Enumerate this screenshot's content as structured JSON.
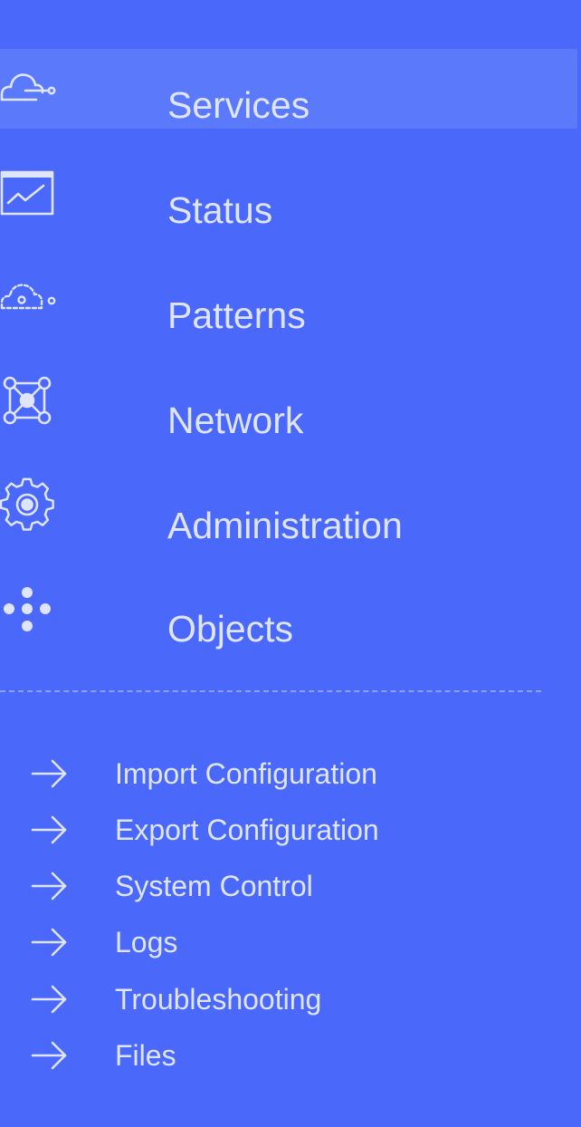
{
  "nav": {
    "items": [
      {
        "label": "Services",
        "icon": "cloud-connection-icon",
        "active": true
      },
      {
        "label": "Status",
        "icon": "status-chart-icon",
        "active": false
      },
      {
        "label": "Patterns",
        "icon": "dashed-cloud-icon",
        "active": false
      },
      {
        "label": "Network",
        "icon": "network-nodes-icon",
        "active": false
      },
      {
        "label": "Administration",
        "icon": "gear-icon",
        "active": false
      },
      {
        "label": "Objects",
        "icon": "dots-cluster-icon",
        "active": false
      }
    ]
  },
  "submenu": {
    "items": [
      {
        "label": "Import Configuration",
        "icon": "arrow-right-icon"
      },
      {
        "label": "Export Configuration",
        "icon": "arrow-right-icon"
      },
      {
        "label": "System Control",
        "icon": "arrow-right-icon"
      },
      {
        "label": "Logs",
        "icon": "arrow-right-icon"
      },
      {
        "label": "Troubleshooting",
        "icon": "arrow-right-icon"
      },
      {
        "label": "Files",
        "icon": "arrow-right-icon"
      }
    ]
  },
  "colors": {
    "background": "#4a69fb",
    "active_background": "#5a7afb",
    "text": "#dfe4ff",
    "divider": "#8da0fd"
  }
}
